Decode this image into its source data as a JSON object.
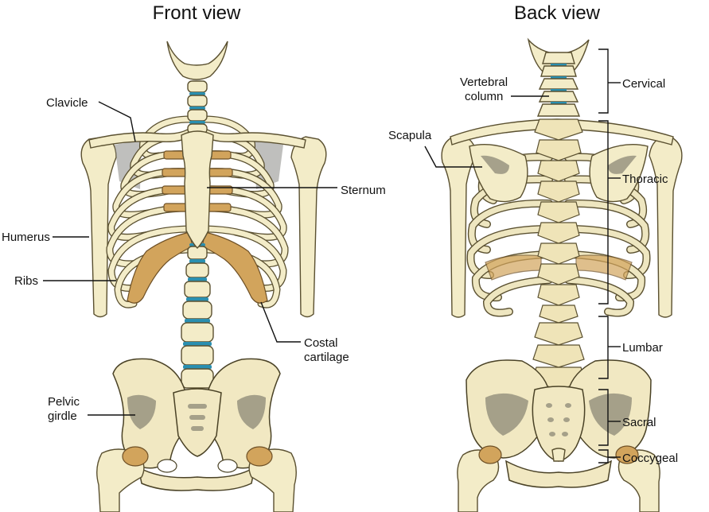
{
  "titles": {
    "front": "Front view",
    "back": "Back view"
  },
  "front_labels": {
    "clavicle": "Clavicle",
    "humerus": "Humerus",
    "ribs": "Ribs",
    "sternum": "Sternum",
    "costal_cartilage_line1": "Costal",
    "costal_cartilage_line2": "cartilage",
    "pelvic_girdle_line1": "Pelvic",
    "pelvic_girdle_line2": "girdle"
  },
  "back_labels": {
    "vertebral_column_line1": "Vertebral",
    "vertebral_column_line2": "column",
    "scapula": "Scapula",
    "cervical": "Cervical",
    "thoracic": "Thoracic",
    "lumbar": "Lumbar",
    "sacral": "Sacral",
    "coccygeal": "Coccygeal"
  },
  "colors": {
    "bone": "#f3ecc8",
    "cartilage": "#d2a45c",
    "intervertebral_disc": "#2a8fb0",
    "leader_line": "#111111"
  }
}
